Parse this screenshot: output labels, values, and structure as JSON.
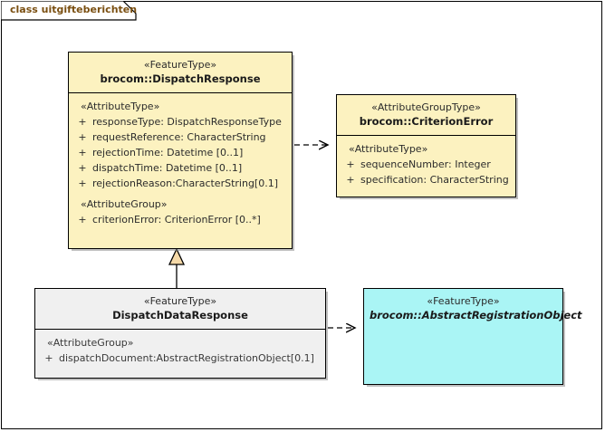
{
  "diagram": {
    "title": "class uitgifteberichten",
    "title_color": "#7a4f11",
    "background": "#ffffff",
    "border_color": "#000000"
  },
  "colors": {
    "feature_type_fill": "#fcf2c0",
    "attribute_group_type_fill": "#fcf2c0",
    "subclass_fill": "#f0f0f0",
    "abstract_fill": "#aaf5f5",
    "generalization_arrow_fill": "#f5d9a8",
    "line": "#000000"
  },
  "classes": [
    {
      "id": "dispatch-response",
      "stereotype": "«FeatureType»",
      "name": "brocom::DispatchResponse",
      "abstract": false,
      "fill": "#fcf2c0",
      "compartments": [
        {
          "label": "«AttributeType»",
          "attributes": [
            {
              "visibility": "+",
              "text": "responseType: DispatchResponseType"
            },
            {
              "visibility": "+",
              "text": "requestReference: CharacterString"
            },
            {
              "visibility": "+",
              "text": "rejectionTime: Datetime [0..1]"
            },
            {
              "visibility": "+",
              "text": "dispatchTime: Datetime [0..1]"
            },
            {
              "visibility": "+",
              "text": "rejectionReason:CharacterString[0.1]"
            }
          ]
        },
        {
          "label": "«AttributeGroup»",
          "attributes": [
            {
              "visibility": "+",
              "text": "criterionError: CriterionError [0..*]"
            }
          ]
        }
      ]
    },
    {
      "id": "criterion-error",
      "stereotype": "«AttributeGroupType»",
      "name": "brocom::CriterionError",
      "abstract": false,
      "fill": "#fcf2c0",
      "compartments": [
        {
          "label": "«AttributeType»",
          "attributes": [
            {
              "visibility": "+",
              "text": "sequenceNumber: Integer"
            },
            {
              "visibility": "+",
              "text": "specification: CharacterString"
            }
          ]
        }
      ]
    },
    {
      "id": "dispatch-data-response",
      "stereotype": "«FeatureType»",
      "name": "DispatchDataResponse",
      "abstract": false,
      "fill": "#f0f0f0",
      "compartments": [
        {
          "label": "«AttributeGroup»",
          "attributes": [
            {
              "visibility": "+",
              "text": "dispatchDocument:AbstractRegistrationObject[0.1]"
            }
          ]
        }
      ]
    },
    {
      "id": "abstract-registration-object",
      "stereotype": "«FeatureType»",
      "name": "brocom::AbstractRegistrationObject",
      "abstract": true,
      "fill": "#aaf5f5",
      "compartments": []
    }
  ],
  "connectors": [
    {
      "id": "dispatch-response-to-criterion-error",
      "type": "dependency",
      "style": "dashed-open-arrow",
      "from": "dispatch-response",
      "to": "criterion-error"
    },
    {
      "id": "dispatch-data-response-to-dispatch-response",
      "type": "generalization",
      "style": "solid-closed-triangle",
      "from": "dispatch-data-response",
      "to": "dispatch-response"
    },
    {
      "id": "dispatch-data-response-to-abstract-registration-object",
      "type": "dependency",
      "style": "dashed-open-arrow",
      "from": "dispatch-data-response",
      "to": "abstract-registration-object"
    }
  ]
}
